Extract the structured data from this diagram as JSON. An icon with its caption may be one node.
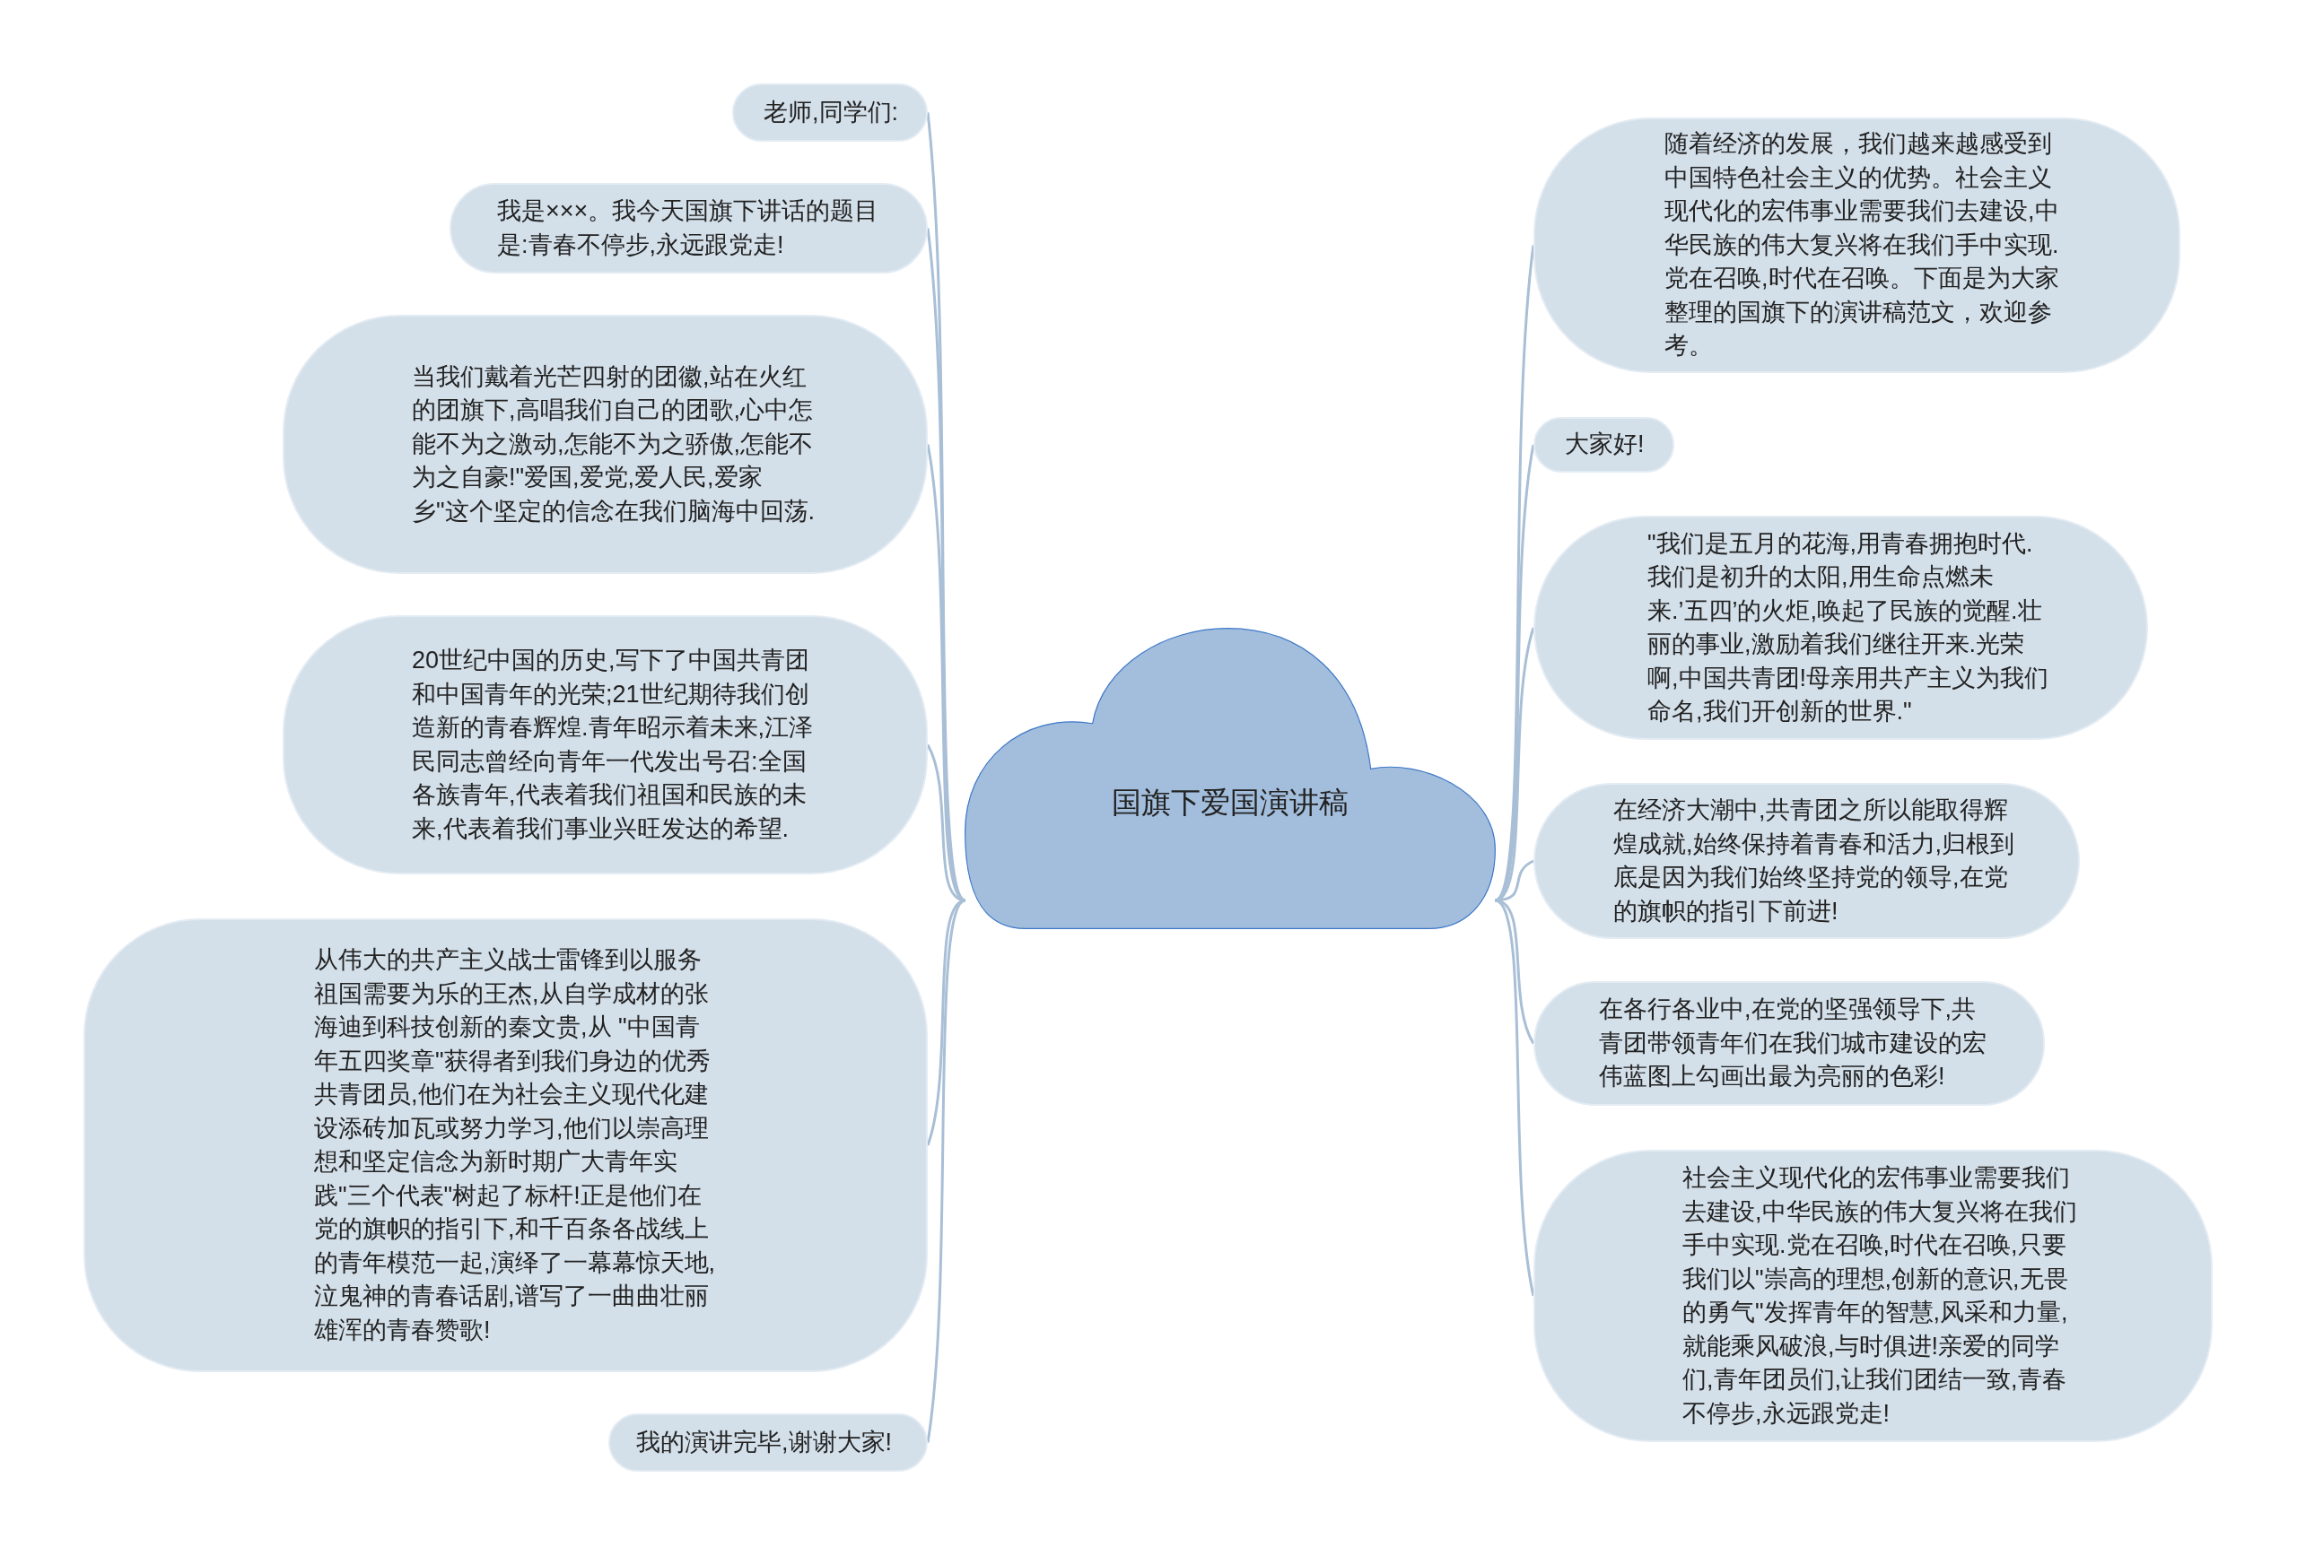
{
  "diagram": {
    "nodes": [
      {
        "text": [
          "国旗下爱国演讲稿"
        ]
      },
      {
        "text": [
          "老师,同学们:"
        ]
      },
      {
        "text": [
          "我是×××。我今天国旗下讲话的题目是:青春不停步,永远跟党走!"
        ]
      },
      {
        "text": [
          "当我们戴着光芒四射的团徽,站在火红的团旗下,高唱我们自己的团歌,心中怎能不为之激动,怎能不为之骄傲,怎能不为之自豪!\"爱国,爱党,爱人民,爱家乡\"这个坚定的信念在我们脑海中回荡."
        ]
      },
      {
        "text": [
          "20世纪中国的历史,写下了中国共青团和中国青年的光荣;21世纪期待我们创造新的青春辉煌.青年昭示着未来,江泽民同志曾经向青年一代发出号召:全国各族青年,代表着我们祖国和民族的未来,代表着我们事业兴旺发达的希望."
        ]
      },
      {
        "text": [
          "从伟大的共产主义战士雷锋到以服务祖国需要为乐的王杰,从自学成材的张海迪到科技创新的秦文贵,从 \"中国青年五四奖章\"获得者到我们身边的优秀共青团员,他们在为社会主义现代化建设添砖加瓦或努力学习,他们以崇高理想和坚定信念为新时期广大青年实践\"三个代表\"树起了标杆!正是他们在党的旗帜的指引下,和千百条各战线上的青年模范一起,演绎了一幕幕惊天地,泣鬼神的青春话剧,谱写了一曲曲壮丽雄浑的青春赞歌!"
        ]
      },
      {
        "text": [
          "我的演讲完毕,谢谢大家!"
        ]
      },
      {
        "text": [
          "随着经济的发展，我们越来越感受到中国特色社会主义的优势。社会主义现代化的宏伟事业需要我们去建设,中华民族的伟大复兴将在我们手中实现.党在召唤,时代在召唤。下面是为大家整理的国旗下的演讲稿范文，欢迎参考。"
        ]
      },
      {
        "text": [
          "大家好!"
        ]
      },
      {
        "text": [
          "\"我们是五月的花海,用青春拥抱时代.我们是初升的太阳,用生命点燃未来.’五四’的火炬,唤起了民族的觉醒.壮丽的事业,激励着我们继往开来.光荣啊,中国共青团!母亲用共产主义为我们命名,我们开创新的世界.\""
        ]
      },
      {
        "text": [
          "在经济大潮中,共青团之所以能取得辉煌成就,始终保持着青春和活力,归根到底是因为我们始终坚持党的领导,在党的旗帜的指引下前进!"
        ]
      },
      {
        "text": [
          "在各行各业中,在党的坚强领导下,共青团带领青年们在我们城市建设的宏伟蓝图上勾画出最为亮丽的色彩!"
        ]
      },
      {
        "text": [
          "社会主义现代化的宏伟事业需要我们去建设,中华民族的伟大复兴将在我们手中实现.党在召唤,时代在召唤,只要我们以\"崇高的理想,创新的意识,无畏的勇气\"发挥青年的智慧,风采和力量,就能乘风破浪,与时俱进!亲爱的同学们,青年团员们,让我们团结一致,青春不停步,永远跟党走!"
        ]
      }
    ],
    "edges": [
      {
        "from": 0,
        "to": 1,
        "arrow": "none"
      },
      {
        "from": 0,
        "to": 2,
        "arrow": "none"
      },
      {
        "from": 0,
        "to": 3,
        "arrow": "none"
      },
      {
        "from": 0,
        "to": 4,
        "arrow": "none"
      },
      {
        "from": 0,
        "to": 5,
        "arrow": "none"
      },
      {
        "from": 0,
        "to": 6,
        "arrow": "none"
      },
      {
        "from": 0,
        "to": 7,
        "arrow": "none"
      },
      {
        "from": 0,
        "to": 8,
        "arrow": "none"
      },
      {
        "from": 0,
        "to": 9,
        "arrow": "none"
      },
      {
        "from": 0,
        "to": 10,
        "arrow": "none"
      },
      {
        "from": 0,
        "to": 11,
        "arrow": "none"
      },
      {
        "from": 0,
        "to": 12,
        "arrow": "none"
      }
    ]
  }
}
